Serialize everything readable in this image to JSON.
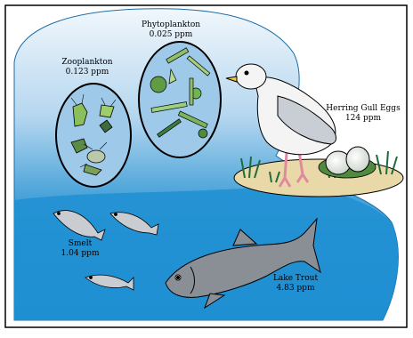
{
  "labels": {
    "phytoplankton": {
      "name": "Phytoplankton",
      "value": "0.025 ppm"
    },
    "zooplankton": {
      "name": "Zooplankton",
      "value": "0.123 ppm"
    },
    "herring_gull_eggs": {
      "name": "Herring Gull Eggs",
      "value": "124 ppm"
    },
    "smelt": {
      "name": "Smelt",
      "value": "1.04 ppm"
    },
    "lake_trout": {
      "name": "Lake Trout",
      "value": "4.83 ppm"
    }
  },
  "colors": {
    "water_light": "#dcecf8",
    "water_mid": "#5aa9dc",
    "water_deep": "#1d8fd1",
    "border": "#000000",
    "sand": "#ead9a8",
    "grass": "#2e8b57",
    "trout": "#8a8f96",
    "smelt": "#c9ccd0"
  }
}
